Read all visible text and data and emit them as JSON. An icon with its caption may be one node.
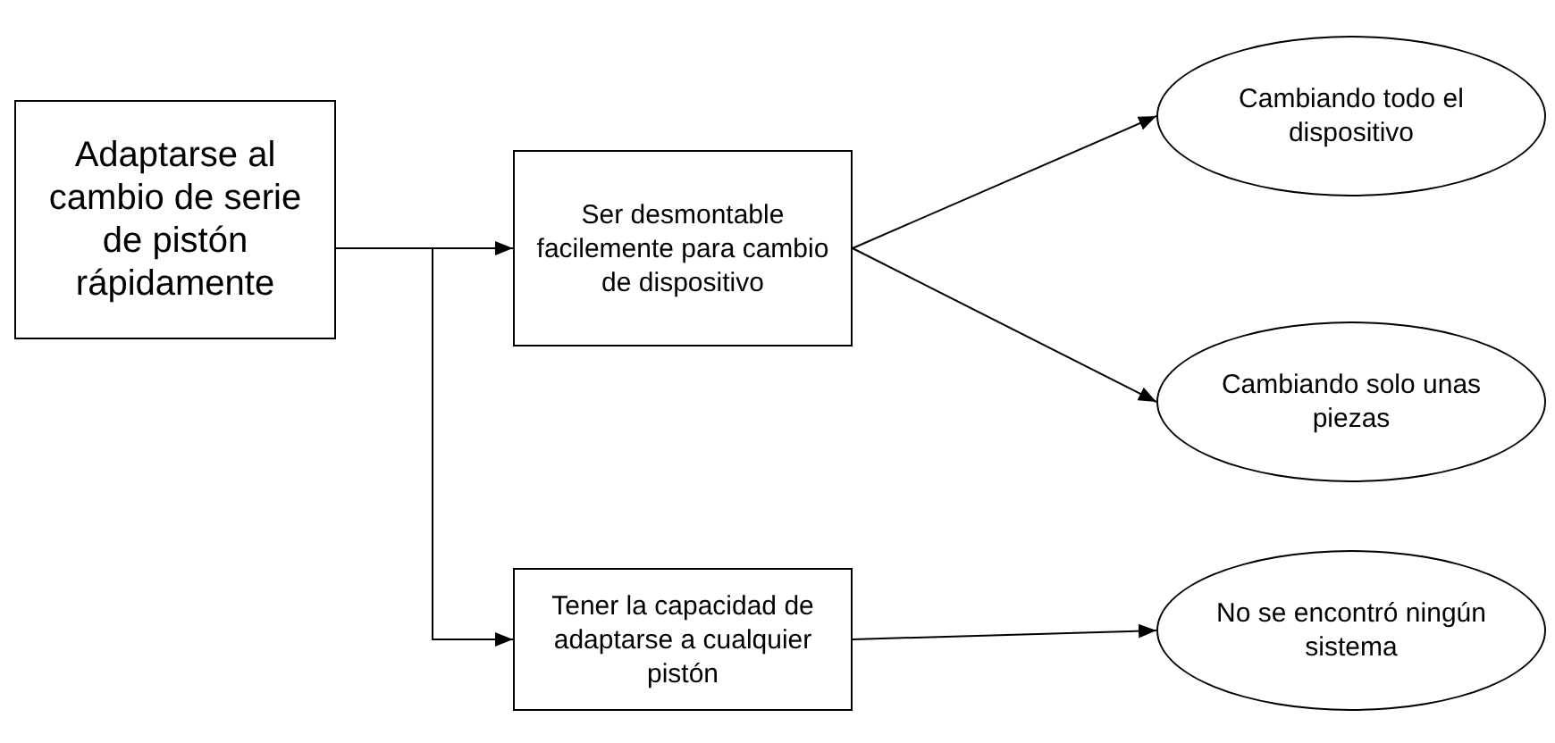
{
  "diagram": {
    "nodes": [
      {
        "text": [
          "Adaptarse al cambio de serie de pistón rápidamente"
        ]
      },
      {
        "text": [
          "Ser desmontable facilemente para cambio de dispositivo"
        ]
      },
      {
        "text": [
          "Cambiando todo el dispositivo"
        ]
      },
      {
        "text": [
          "Cambiando solo unas piezas"
        ]
      },
      {
        "text": [
          "Tener la capacidad de adaptarse a cualquier pistón"
        ]
      },
      {
        "text": [
          "No se encontró ningún sistema"
        ]
      }
    ],
    "edges": [
      {
        "from": 0,
        "to": 1,
        "arrow": "to"
      },
      {
        "from": 0,
        "to": 4,
        "arrow": "to"
      },
      {
        "from": 1,
        "to": 2,
        "arrow": "to"
      },
      {
        "from": 1,
        "to": 3,
        "arrow": "to"
      },
      {
        "from": 4,
        "to": 5,
        "arrow": "to"
      }
    ]
  }
}
